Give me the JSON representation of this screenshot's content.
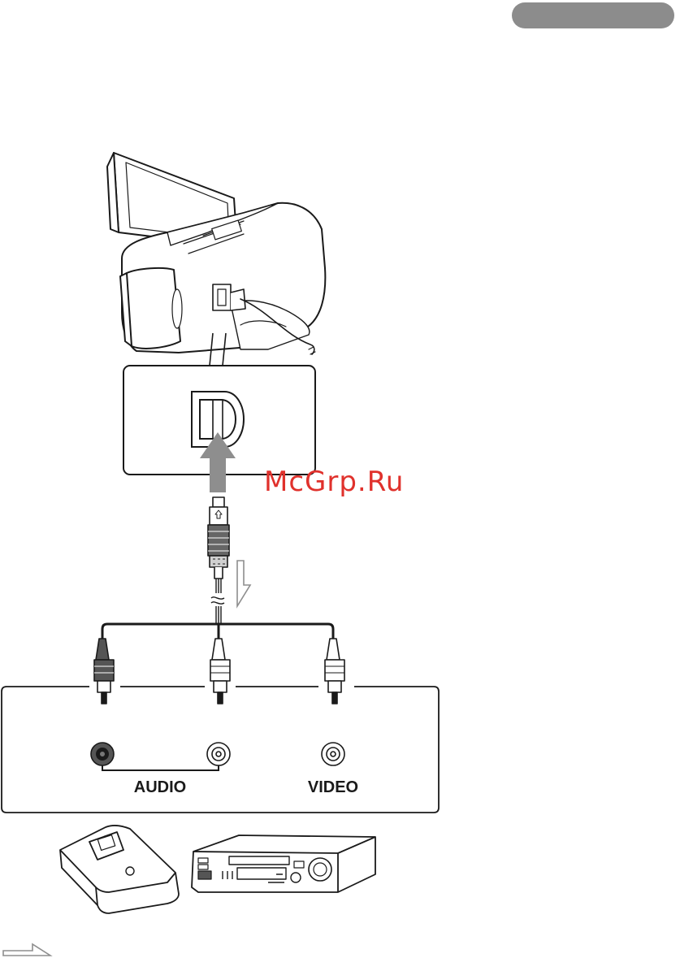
{
  "header": {
    "tab_color": "#8c8c8c"
  },
  "watermark": {
    "text": "McGrp.Ru",
    "color": "#e0312c"
  },
  "panel": {
    "audio_label": "AUDIO",
    "video_label": "VIDEO"
  },
  "diagram": {
    "devices": [
      "camcorder-icon",
      "recorder-icon",
      "vcr-icon"
    ],
    "arrow_color": "#8e8e8e",
    "line_color": "#1a1a1a"
  }
}
